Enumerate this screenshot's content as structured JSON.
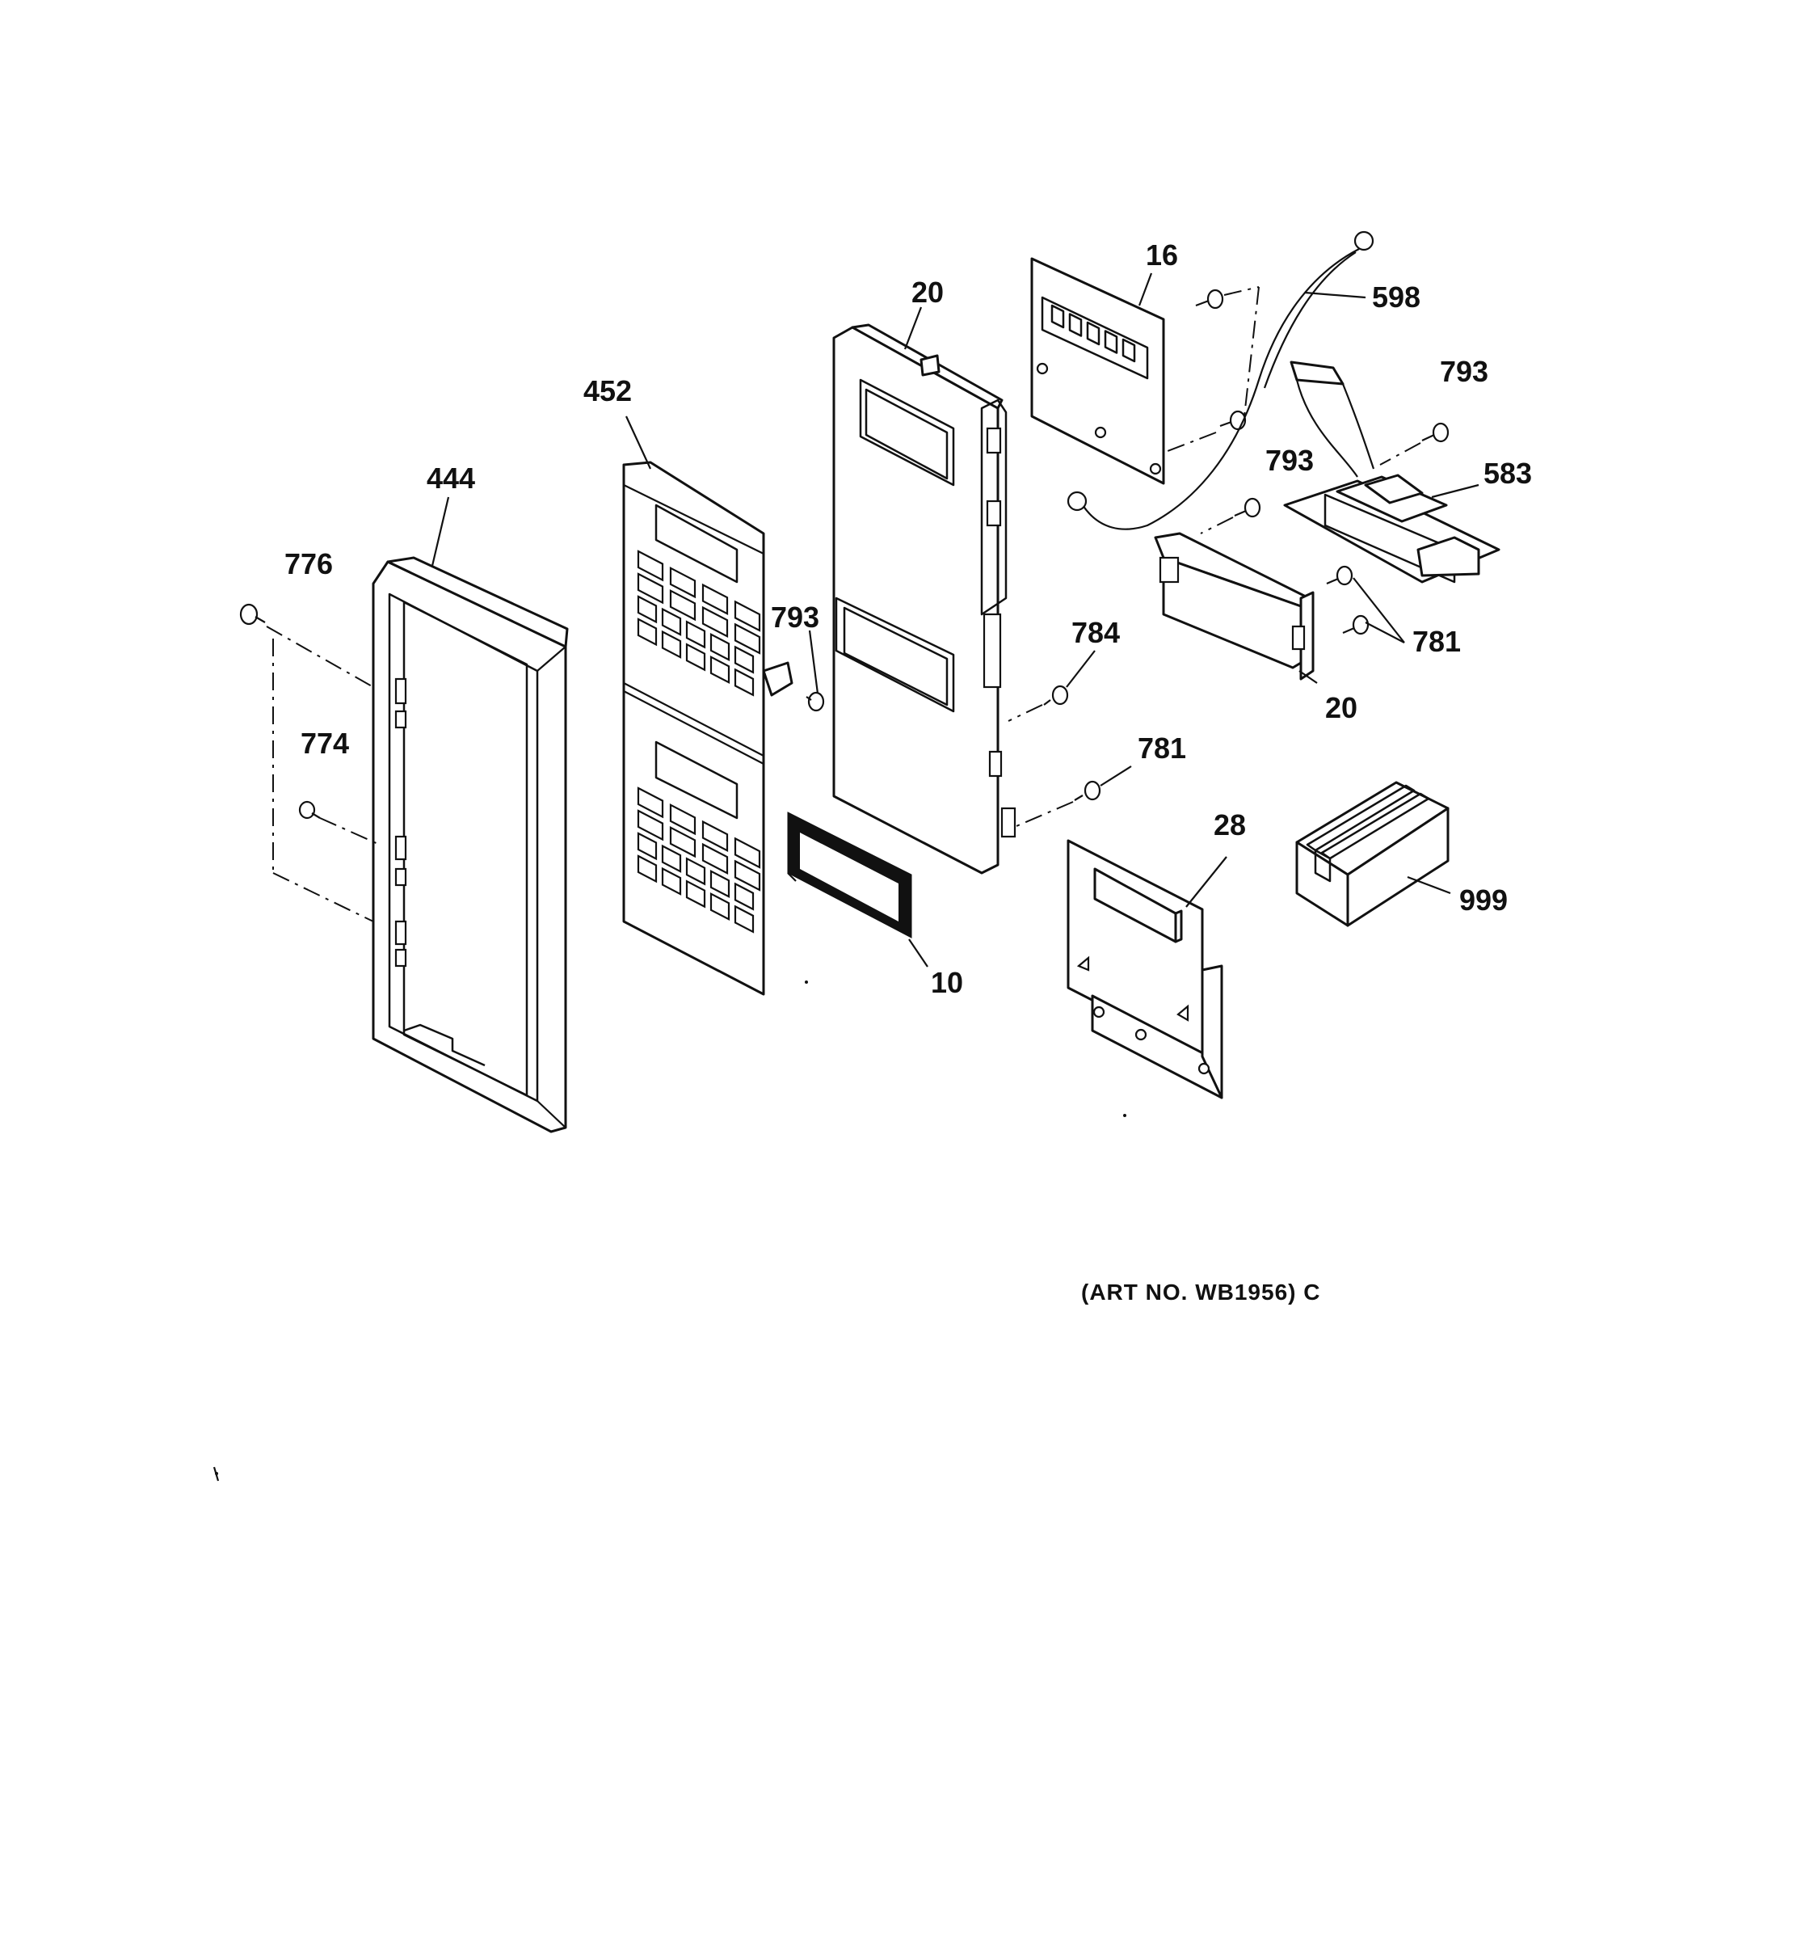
{
  "diagram": {
    "art_number": "(ART NO. WB1956) C",
    "callouts": [
      {
        "id": "c16",
        "text": "16"
      },
      {
        "id": "c20a",
        "text": "20"
      },
      {
        "id": "c598",
        "text": "598"
      },
      {
        "id": "c793a",
        "text": "793"
      },
      {
        "id": "c452",
        "text": "452"
      },
      {
        "id": "c583",
        "text": "583"
      },
      {
        "id": "c793b",
        "text": "793"
      },
      {
        "id": "c444",
        "text": "444"
      },
      {
        "id": "c776",
        "text": "776"
      },
      {
        "id": "c793c",
        "text": "793"
      },
      {
        "id": "c784",
        "text": "784"
      },
      {
        "id": "c781a",
        "text": "781"
      },
      {
        "id": "c20b",
        "text": "20"
      },
      {
        "id": "c774",
        "text": "774"
      },
      {
        "id": "c781b",
        "text": "781"
      },
      {
        "id": "c28",
        "text": "28"
      },
      {
        "id": "c999",
        "text": "999"
      },
      {
        "id": "c10",
        "text": "10"
      }
    ]
  }
}
